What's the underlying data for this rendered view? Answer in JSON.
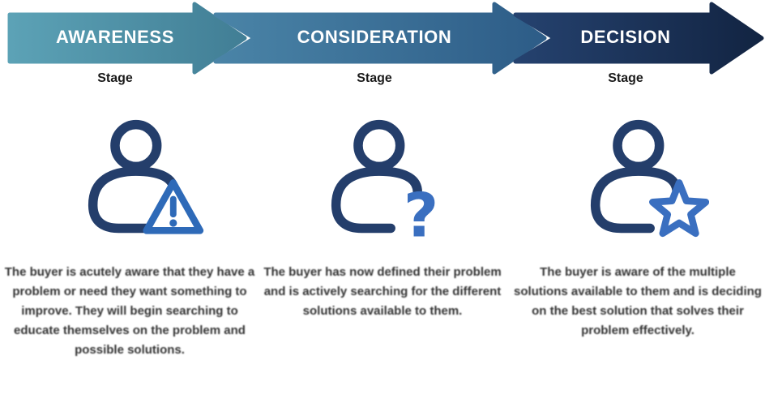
{
  "funnel": {
    "stages": [
      {
        "name": "AWARENESS",
        "stage_label": "Stage",
        "icon": "person-warning-icon",
        "description": "The buyer is acutely aware that they have a problem or need they want something to improve. They will begin searching to educate themselves on the problem and possible solutions."
      },
      {
        "name": "CONSIDERATION",
        "stage_label": "Stage",
        "icon": "person-question-icon",
        "description": "The buyer has now defined their problem and is actively searching for the different solutions available to them."
      },
      {
        "name": "DECISION",
        "stage_label": "Stage",
        "icon": "person-star-icon",
        "description": "The buyer is aware of the multiple solutions available to them and is deciding on the best solution that solves their problem effectively."
      }
    ]
  },
  "glyphs": {
    "question_mark": "?"
  },
  "colors": {
    "awareness_arrow_start": "#5CA2B6",
    "awareness_arrow_end": "#417E95",
    "consideration_arrow_start": "#4A84A7",
    "consideration_arrow_end": "#2D5C87",
    "decision_arrow_start": "#25426F",
    "decision_arrow_end": "#122442",
    "person_outline": "#243E6B",
    "accent_blue": "#2E6AB8",
    "stage_text": "#1a1a1a",
    "description_text": "#333333",
    "arrow_text": "#ffffff"
  }
}
